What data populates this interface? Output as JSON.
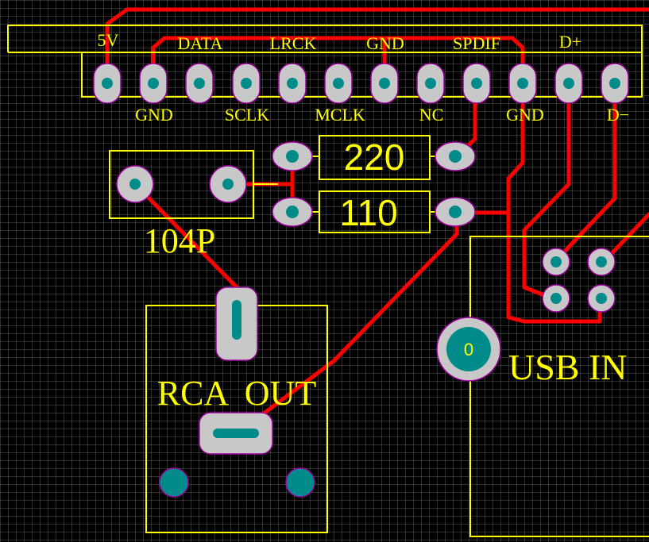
{
  "colors": {
    "background": "#000000",
    "grid": "#6f6f6f",
    "silkscreen": "#ffff00",
    "trace": "#ff0000",
    "pad": "#c8c8c8",
    "pad_outline": "#a000a0",
    "drill": "#008b8b"
  },
  "header": {
    "top_labels": [
      "5V",
      "DATA",
      "LRCK",
      "GND",
      "SPDIF",
      "D+"
    ],
    "bottom_labels": [
      "GND",
      "SCLK",
      "MCLK",
      "NC",
      "GND",
      "D−"
    ]
  },
  "resistors": {
    "r1_value": "220",
    "r2_value": "110"
  },
  "capacitor": {
    "value": "104P"
  },
  "rca": {
    "label": "RCA  OUT"
  },
  "usb": {
    "label": "USB IN",
    "mount_hole_label": "0"
  }
}
